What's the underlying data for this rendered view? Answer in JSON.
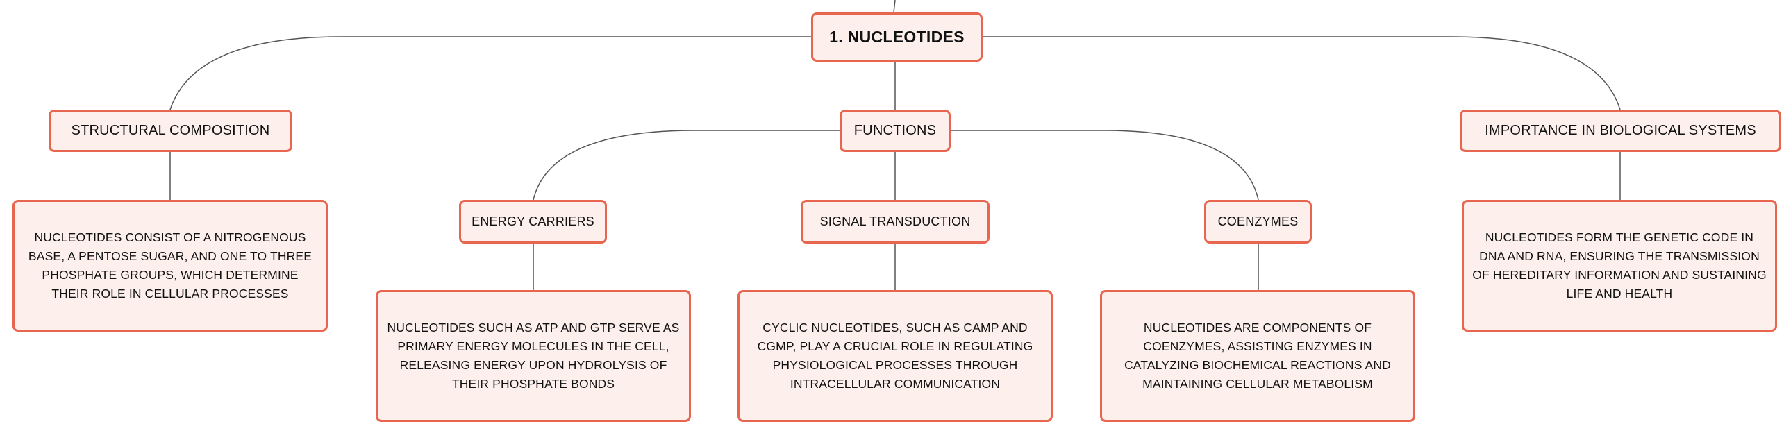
{
  "diagram": {
    "root": {
      "label": "1. NUCLEOTIDES"
    },
    "branches": {
      "structural": {
        "label": "STRUCTURAL COMPOSITION",
        "detail": "NUCLEOTIDES CONSIST OF A NITROGENOUS BASE, A PENTOSE SUGAR, AND ONE TO THREE PHOSPHATE GROUPS, WHICH DETERMINE THEIR ROLE IN CELLULAR PROCESSES"
      },
      "functions": {
        "label": "FUNCTIONS",
        "energy": {
          "label": "ENERGY CARRIERS",
          "detail": "NUCLEOTIDES SUCH AS ATP AND GTP SERVE AS PRIMARY ENERGY MOLECULES IN THE CELL, RELEASING ENERGY UPON HYDROLYSIS OF THEIR PHOSPHATE BONDS"
        },
        "signal": {
          "label": "SIGNAL TRANSDUCTION",
          "detail": "CYCLIC NUCLEOTIDES, SUCH AS CAMP AND CGMP, PLAY A CRUCIAL ROLE IN REGULATING PHYSIOLOGICAL PROCESSES THROUGH INTRACELLULAR COMMUNICATION"
        },
        "coenzymes": {
          "label": "COENZYMES",
          "detail": "NUCLEOTIDES ARE COMPONENTS OF COENZYMES, ASSISTING ENZYMES IN CATALYZING BIOCHEMICAL REACTIONS AND MAINTAINING CELLULAR METABOLISM"
        }
      },
      "importance": {
        "label": "IMPORTANCE IN BIOLOGICAL SYSTEMS",
        "detail": "NUCLEOTIDES FORM THE GENETIC CODE IN DNA AND RNA, ENSURING THE TRANSMISSION OF HEREDITARY INFORMATION AND SUSTAINING LIFE AND HEALTH"
      }
    },
    "colors": {
      "node_border": "#e8664f",
      "node_fill": "#fdf0ec",
      "connector": "#555555",
      "text": "#111111"
    }
  }
}
